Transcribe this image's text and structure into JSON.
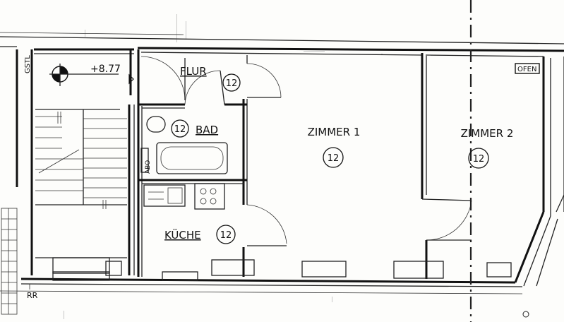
{
  "plan": {
    "rooms": [
      {
        "id": "flur",
        "name": "FLUR",
        "area": "12"
      },
      {
        "id": "bad",
        "name": "BAD",
        "area": "12"
      },
      {
        "id": "kueche",
        "name": "KÜCHE",
        "area": "12"
      },
      {
        "id": "zimmer1",
        "name": "ZIMMER 1",
        "area": "12"
      },
      {
        "id": "zimmer2",
        "name": "ZIMMER 2",
        "area": "12"
      }
    ],
    "level_marker": "+8.77",
    "gstl_label": "GSTL",
    "abo_label": "ABO",
    "ofen_label": "OFEN",
    "rr_label": "RR"
  }
}
